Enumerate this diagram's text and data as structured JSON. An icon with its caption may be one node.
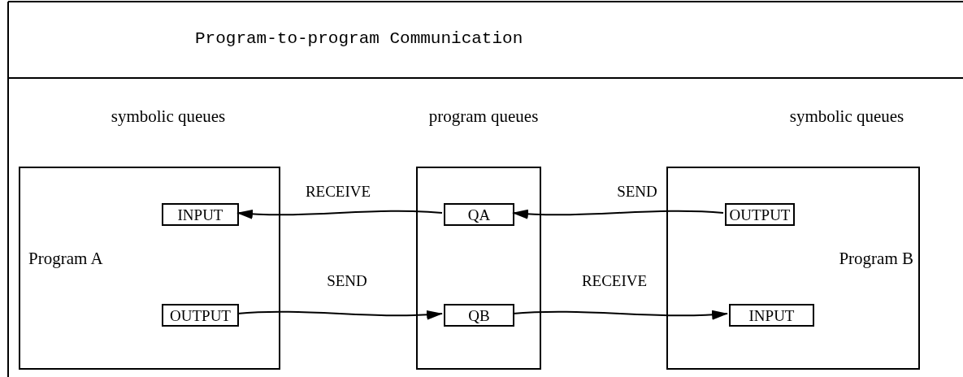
{
  "diagram": {
    "title": "Program-to-program Communication",
    "nodes": [
      {
        "text": [
          "symbolic queues",
          "Program A"
        ]
      },
      {
        "text": [
          "INPUT"
        ],
        "in": 0
      },
      {
        "text": [
          "OUTPUT"
        ],
        "in": 0
      },
      {
        "text": [
          "program queues"
        ]
      },
      {
        "text": [
          "QA"
        ],
        "in": 3
      },
      {
        "text": [
          "QB"
        ],
        "in": 3
      },
      {
        "text": [
          "symbolic queues",
          "Program B"
        ]
      },
      {
        "text": [
          "OUTPUT"
        ],
        "in": 6
      },
      {
        "text": [
          "INPUT"
        ],
        "in": 6
      }
    ],
    "edges": [
      {
        "from": 4,
        "to": 1,
        "arrow": "to",
        "label": "RECEIVE"
      },
      {
        "from": 7,
        "to": 4,
        "arrow": "to",
        "label": "SEND"
      },
      {
        "from": 2,
        "to": 5,
        "arrow": "to",
        "label": "SEND"
      },
      {
        "from": 5,
        "to": 8,
        "arrow": "to",
        "label": "RECEIVE"
      }
    ]
  }
}
